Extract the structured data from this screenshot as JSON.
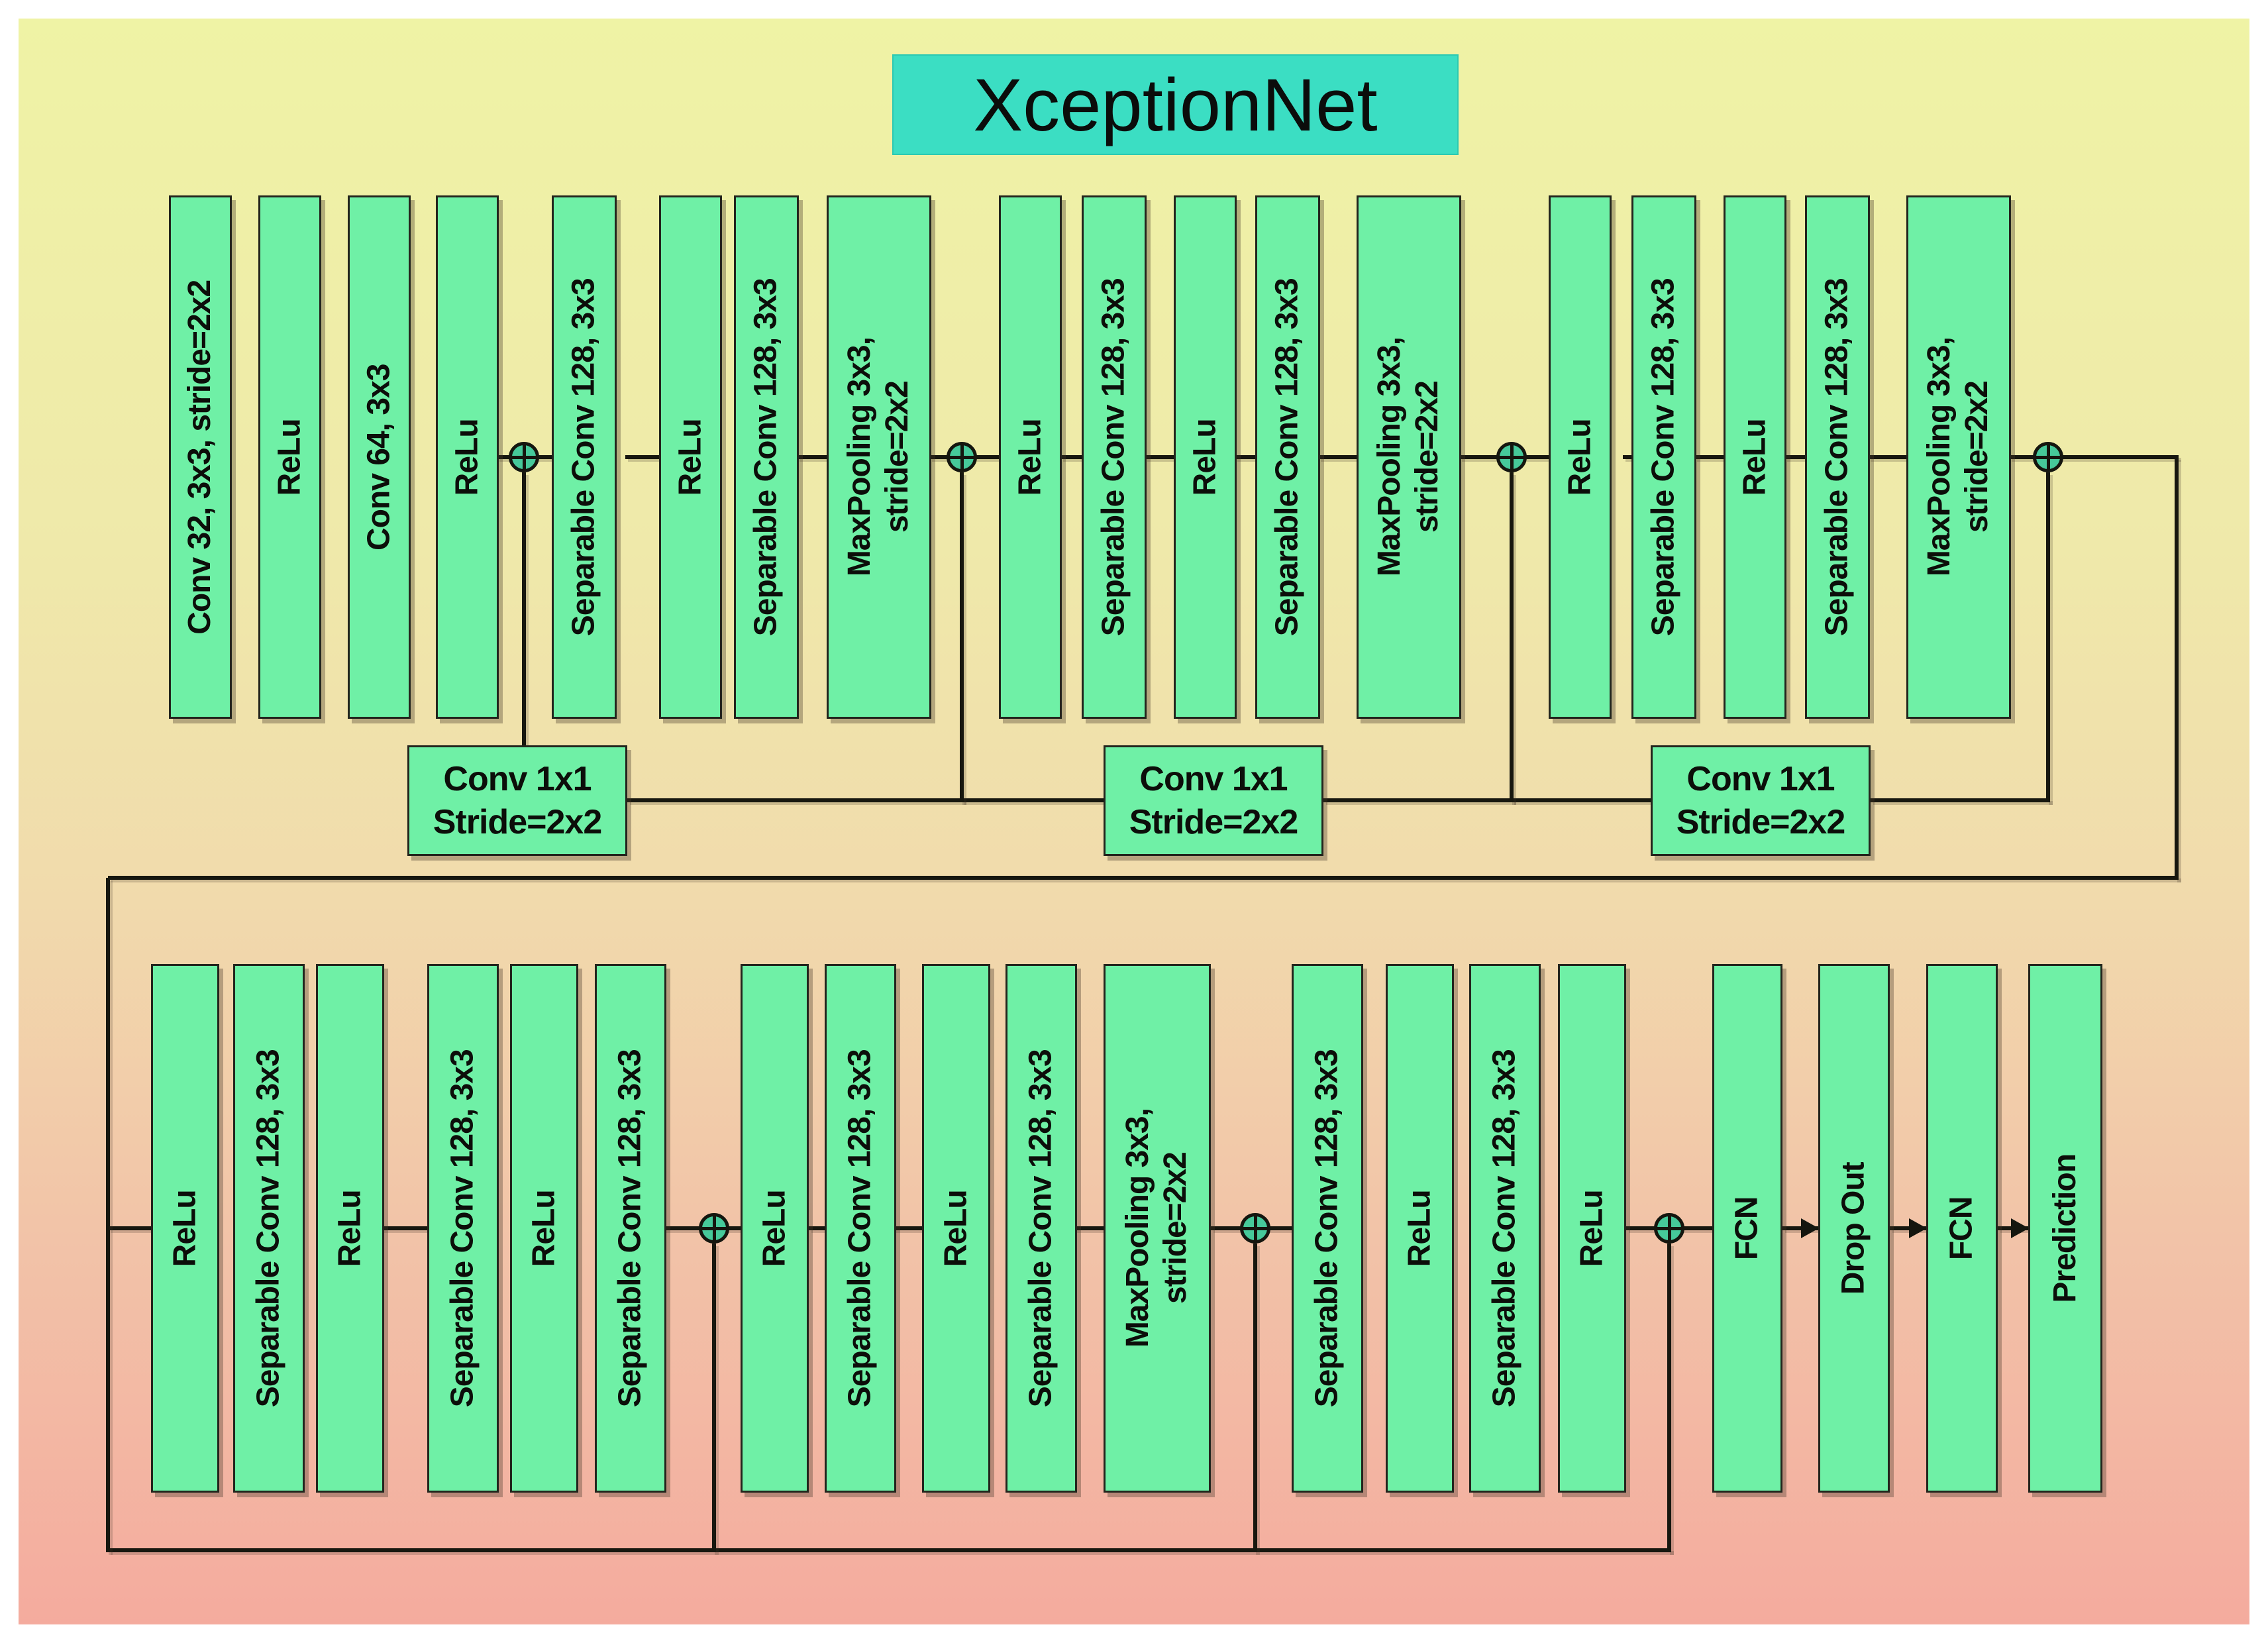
{
  "title": "XceptionNet",
  "icons": {
    "merge-node": "⊕"
  },
  "colors": {
    "background_top": "#eff3a5",
    "background_bottom": "#f4ab9e",
    "block_fill": "#6ff0a6",
    "title_fill": "#3bdec3",
    "node_fill": "#46c99a",
    "line": "#17170f"
  },
  "row1": {
    "blocks": [
      {
        "label": "Conv 32, 3x3, stride=2x2"
      },
      {
        "label": "ReLu"
      },
      {
        "label": "Conv 64, 3x3"
      },
      {
        "label": "ReLu"
      },
      {
        "label": "Separable Conv 128, 3x3"
      },
      {
        "label": "ReLu"
      },
      {
        "label": "Separable Conv 128, 3x3"
      },
      {
        "label": "MaxPooling 3x3,",
        "label2": "stride=2x2"
      },
      {
        "label": "ReLu"
      },
      {
        "label": "Separable Conv 128, 3x3"
      },
      {
        "label": "ReLu"
      },
      {
        "label": "Separable Conv 128, 3x3"
      },
      {
        "label": "MaxPooling 3x3,",
        "label2": "stride=2x2"
      },
      {
        "label": "ReLu"
      },
      {
        "label": "Separable Conv 128, 3x3"
      },
      {
        "label": "ReLu"
      },
      {
        "label": "Separable Conv 128, 3x3"
      },
      {
        "label": "MaxPooling 3x3,",
        "label2": "stride=2x2"
      }
    ]
  },
  "row2": {
    "blocks": [
      {
        "label": "ReLu"
      },
      {
        "label": "Separable Conv 128, 3x3"
      },
      {
        "label": "ReLu"
      },
      {
        "label": "Separable Conv 128, 3x3"
      },
      {
        "label": "ReLu"
      },
      {
        "label": "Separable Conv 128, 3x3"
      },
      {
        "label": "ReLu"
      },
      {
        "label": "Separable Conv 128, 3x3"
      },
      {
        "label": "ReLu"
      },
      {
        "label": "Separable Conv 128, 3x3"
      },
      {
        "label": "MaxPooling 3x3,",
        "label2": "stride=2x2"
      },
      {
        "label": "Separable Conv 128, 3x3"
      },
      {
        "label": "ReLu"
      },
      {
        "label": "Separable Conv 128, 3x3"
      },
      {
        "label": "ReLu"
      },
      {
        "label": "FCN"
      },
      {
        "label": "Drop Out"
      },
      {
        "label": "FCN"
      },
      {
        "label": "Prediction"
      }
    ]
  },
  "skip_boxes": [
    {
      "line1": "Conv 1x1",
      "line2": "Stride=2x2"
    },
    {
      "line1": "Conv 1x1",
      "line2": "Stride=2x2"
    },
    {
      "line1": "Conv 1x1",
      "line2": "Stride=2x2"
    }
  ]
}
